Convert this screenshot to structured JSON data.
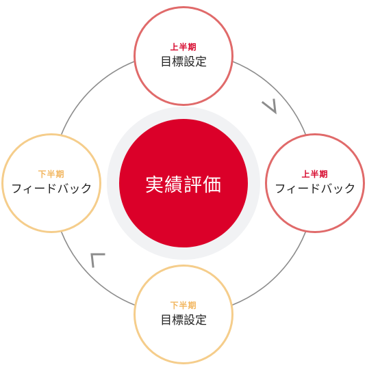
{
  "center": {
    "label": "実績評価"
  },
  "cycle": [
    {
      "period": "上半期",
      "label": "目標設定",
      "phase": "first-half"
    },
    {
      "period": "上半期",
      "label": "フィードバック",
      "phase": "first-half"
    },
    {
      "period": "下半期",
      "label": "目標設定",
      "phase": "second-half"
    },
    {
      "period": "下半期",
      "label": "フィードバック",
      "phase": "second-half"
    }
  ],
  "colors": {
    "center_fill": "#db0029",
    "center_halo": "#f1f2f4",
    "first_half_border": "#e06a6a",
    "first_half_text": "#d6062b",
    "second_half_border": "#f5cd8b",
    "second_half_text": "#f2b65f",
    "cycle_ring": "#8c8c8c"
  }
}
